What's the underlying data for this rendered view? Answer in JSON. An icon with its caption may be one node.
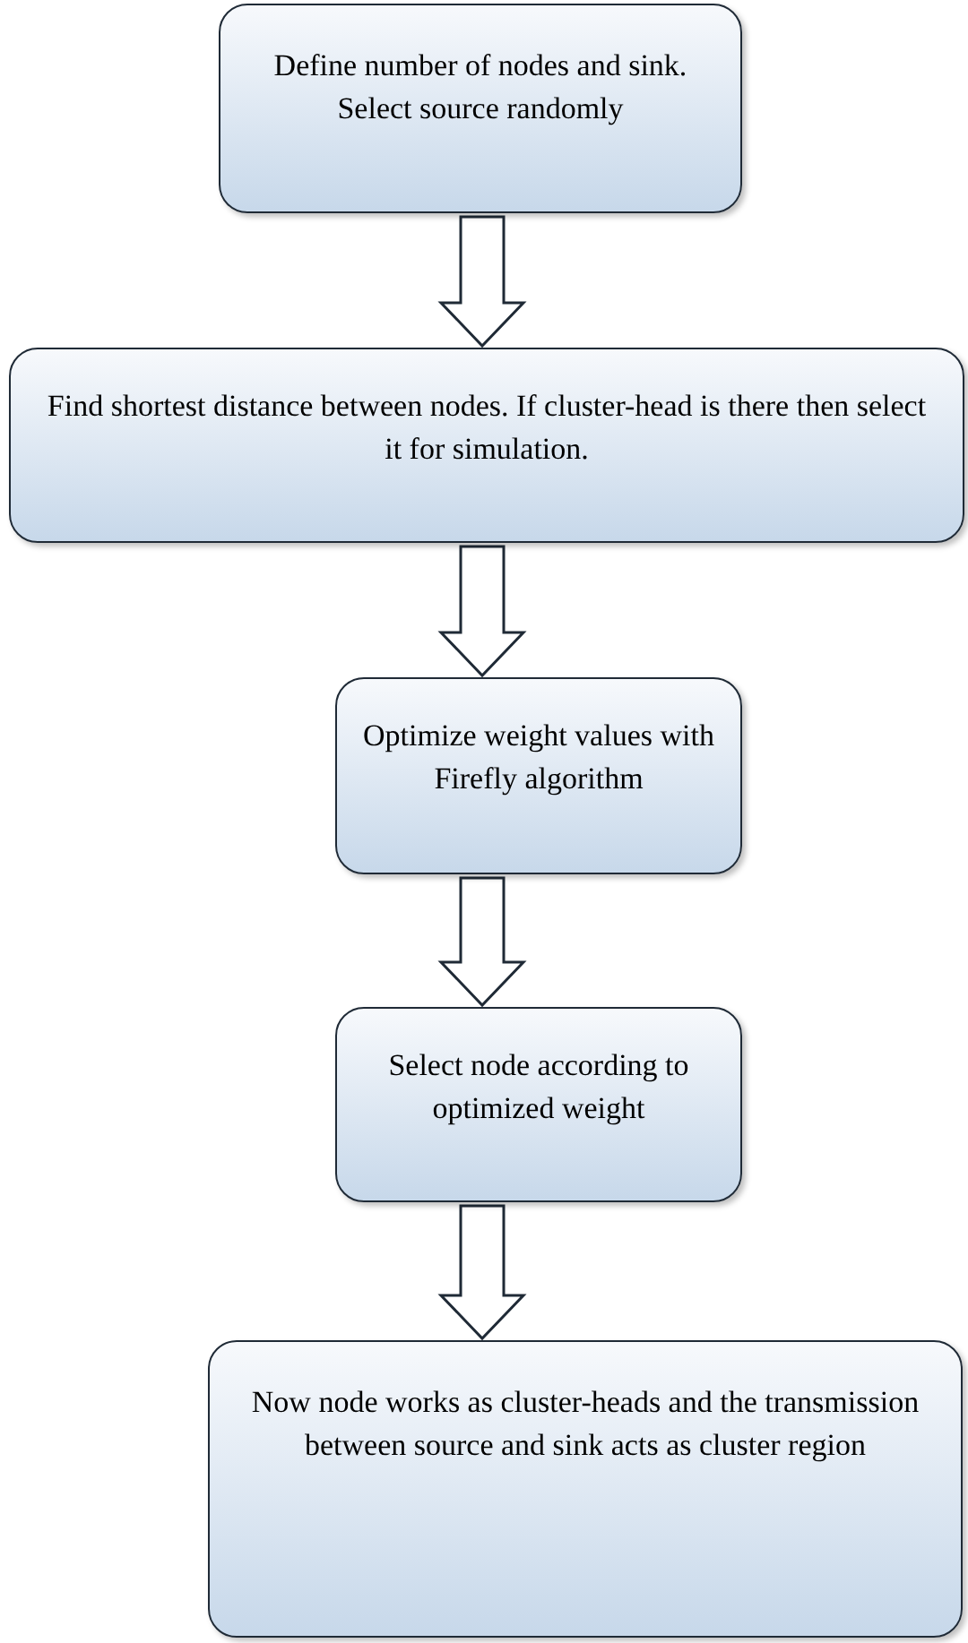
{
  "diagram": {
    "nodes": [
      {
        "text": [
          "Define number of nodes and sink. Select source randomly"
        ]
      },
      {
        "text": [
          "Find shortest distance between nodes. If cluster-head is there then select it for simulation."
        ]
      },
      {
        "text": [
          "Optimize weight values with Firefly algorithm"
        ]
      },
      {
        "text": [
          "Select node according to optimized weight"
        ]
      },
      {
        "text": [
          "Now node works as cluster-heads and the transmission between source and sink acts as cluster region"
        ]
      }
    ],
    "edges": [
      {
        "from": 0,
        "to": 1,
        "arrow": "to"
      },
      {
        "from": 1,
        "to": 2,
        "arrow": "to"
      },
      {
        "from": 2,
        "to": 3,
        "arrow": "to"
      },
      {
        "from": 3,
        "to": 4,
        "arrow": "to"
      }
    ]
  }
}
